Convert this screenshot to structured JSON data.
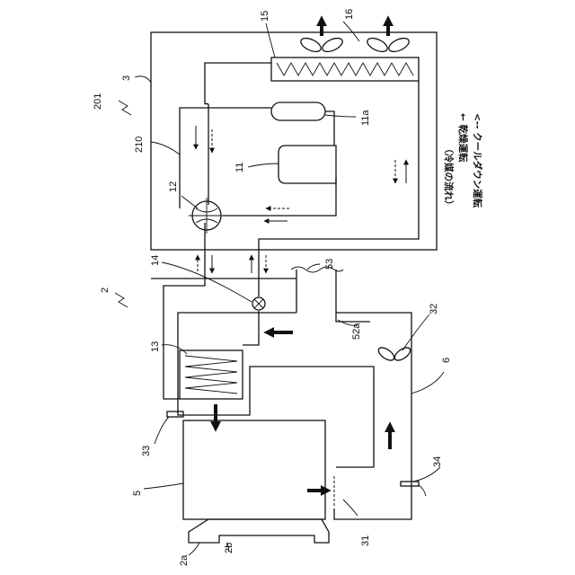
{
  "labels": {
    "n201": "201",
    "n3": "3",
    "n15": "15",
    "n16": "16",
    "n11a": "11a",
    "n210": "210",
    "n11": "11",
    "n12": "12",
    "n14": "14",
    "n53": "53",
    "n2": "2",
    "n32": "32",
    "n52a": "52a",
    "n13": "13",
    "n6": "6",
    "n33": "33",
    "n34": "34",
    "n5": "5",
    "n31": "31",
    "n2a": "2a",
    "n2b": "2b"
  },
  "legend": {
    "title": "（冷媒の流れ）",
    "solid": "← 乾燥運転",
    "dashed": "<-- クールダウン運転"
  }
}
